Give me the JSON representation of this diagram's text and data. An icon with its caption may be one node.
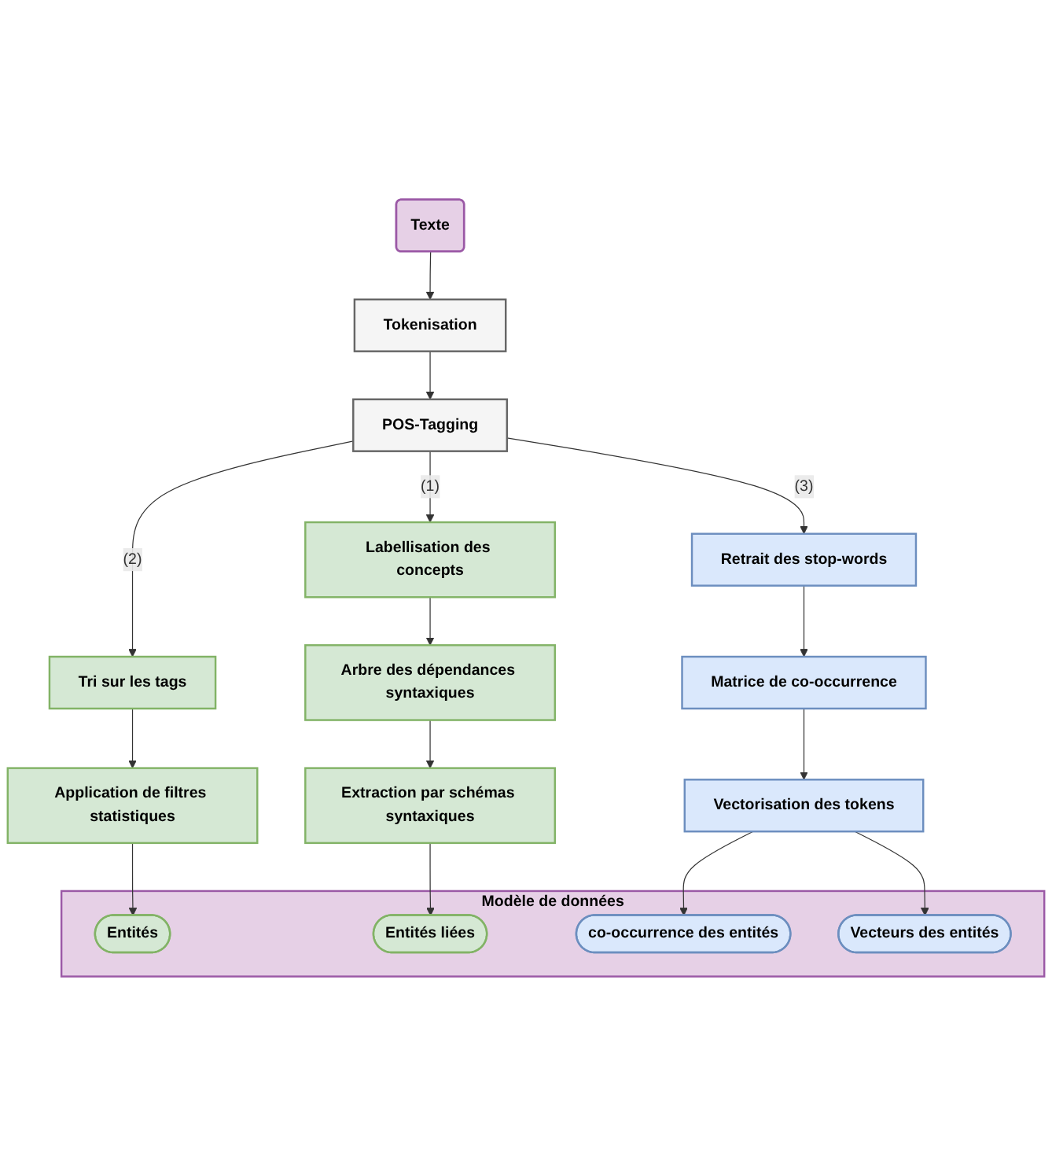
{
  "diagram": {
    "nodes": [
      {
        "text": [
          "Texte"
        ]
      },
      {
        "text": [
          "Tokenisation"
        ]
      },
      {
        "text": [
          "POS-Tagging"
        ]
      },
      {
        "text": [
          "Tri sur les tags"
        ]
      },
      {
        "text": [
          "Application de filtres statistiques"
        ]
      },
      {
        "text": [
          "Labellisation des concepts"
        ]
      },
      {
        "text": [
          "Arbre des dépendances syntaxiques"
        ]
      },
      {
        "text": [
          "Extraction par schémas syntaxiques"
        ]
      },
      {
        "text": [
          "Retrait des stop-words"
        ]
      },
      {
        "text": [
          "Matrice de co-occurrence"
        ]
      },
      {
        "text": [
          "Vectorisation des tokens"
        ]
      },
      {
        "text": [
          "Modèle de données"
        ]
      },
      {
        "text": [
          "Entités"
        ],
        "in": 11
      },
      {
        "text": [
          "Entités liées"
        ],
        "in": 11
      },
      {
        "text": [
          "co-occurrence des entités"
        ],
        "in": 11
      },
      {
        "text": [
          "Vecteurs des entités"
        ],
        "in": 11
      }
    ],
    "edges": [
      {
        "from": 0,
        "to": 1,
        "arrow": "to"
      },
      {
        "from": 1,
        "to": 2,
        "arrow": "to"
      },
      {
        "from": 2,
        "to": 3,
        "arrow": "to",
        "label": "(2)"
      },
      {
        "from": 2,
        "to": 5,
        "arrow": "to",
        "label": "(1)"
      },
      {
        "from": 2,
        "to": 8,
        "arrow": "to",
        "label": "(3)"
      },
      {
        "from": 3,
        "to": 4,
        "arrow": "to"
      },
      {
        "from": 4,
        "to": 12,
        "arrow": "to"
      },
      {
        "from": 5,
        "to": 6,
        "arrow": "to"
      },
      {
        "from": 6,
        "to": 7,
        "arrow": "to"
      },
      {
        "from": 7,
        "to": 13,
        "arrow": "to"
      },
      {
        "from": 8,
        "to": 9,
        "arrow": "to"
      },
      {
        "from": 9,
        "to": 10,
        "arrow": "to"
      },
      {
        "from": 10,
        "to": 14,
        "arrow": "to"
      },
      {
        "from": 10,
        "to": 15,
        "arrow": "to"
      }
    ]
  }
}
